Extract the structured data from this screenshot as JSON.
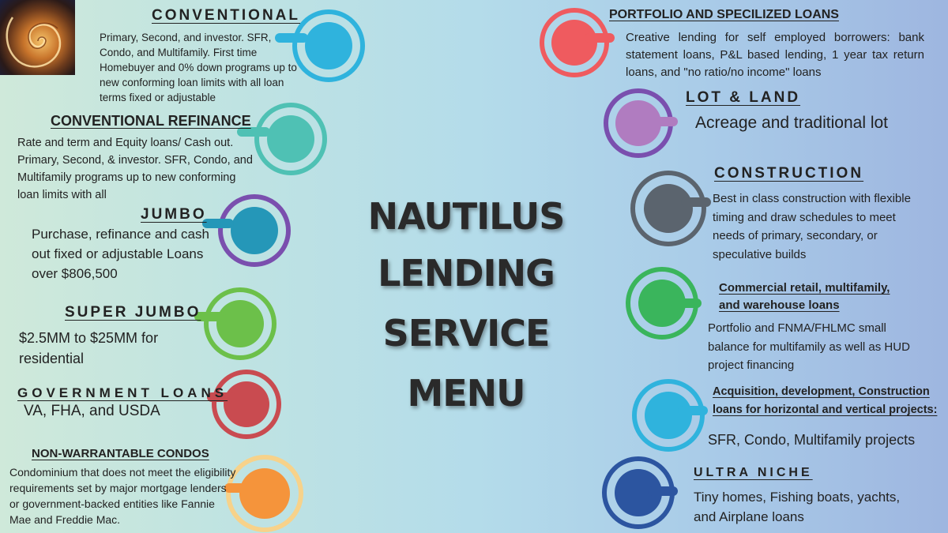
{
  "title_lines": [
    "NAUTILUS LENDING",
    "SERVICE",
    "MENU"
  ],
  "colors": {
    "conventional": "#2fb3dd",
    "conventional_refinance": "#4fc1b4",
    "jumbo": "#2597b8",
    "super_jumbo": "#6cc04a",
    "government": "#c94b50",
    "non_warrantable": "#f5943b",
    "portfolio": "#ef5b5f",
    "lot_land": "#b07cc0",
    "construction": "#5b646e",
    "commercial": "#3ab55c",
    "acquisition": "#2fb3dd",
    "ultra_niche": "#2c55a0"
  },
  "services": {
    "conventional": {
      "heading": "CONVENTIONAL",
      "desc": "Primary, Second, and investor. SFR, Condo, and Multifamily. First time Homebuyer and 0% down programs up to new conforming loan limits with all loan terms fixed or adjustable"
    },
    "conventional_refinance": {
      "heading": "CONVENTIONAL REFINANCE",
      "desc": "Rate and term and Equity loans/ Cash out. Primary, Second, & investor. SFR, Condo, and Multifamily programs up to new conforming loan limits with all"
    },
    "jumbo": {
      "heading": "JUMBO",
      "desc": "Purchase, refinance and cash out fixed or adjustable Loans over $806,500"
    },
    "super_jumbo": {
      "heading": "SUPER JUMBO",
      "desc": "$2.5MM to $25MM for residential"
    },
    "government": {
      "heading": "GOVERNMENT LOANS",
      "desc": "VA, FHA, and USDA"
    },
    "non_warrantable": {
      "heading": "NON-WARRANTABLE CONDOS",
      "desc": "Condominium that does not meet the eligibility requirements set by major mortgage lenders or government-backed entities like Fannie Mae and Freddie Mac."
    },
    "portfolio": {
      "heading": "PORTFOLIO AND SPECILIZED LOANS",
      "desc": "Creative lending for self employed borrowers: bank statement loans, P&L based lending, 1 year tax return loans, and \"no ratio/no income\" loans"
    },
    "lot_land": {
      "heading": "LOT & LAND",
      "desc": "Acreage and traditional lot"
    },
    "construction": {
      "heading": "CONSTRUCTION",
      "desc": "Best in class construction with flexible timing and draw schedules to meet needs of primary, secondary, or speculative builds"
    },
    "commercial": {
      "heading_line1": "Commercial retail, multifamily,",
      "heading_line2": "and warehouse loans",
      "desc": "Portfolio and FNMA/FHLMC small balance for multifamily as well as HUD project financing"
    },
    "acquisition": {
      "heading_line1": "Acquisition, development, Construction",
      "heading_line2": "loans for horizontal and vertical projects:",
      "desc": "SFR, Condo, Multifamily projects"
    },
    "ultra_niche": {
      "heading": "ULTRA NICHE",
      "desc": "Tiny homes, Fishing boats, yachts, and Airplane loans"
    }
  }
}
